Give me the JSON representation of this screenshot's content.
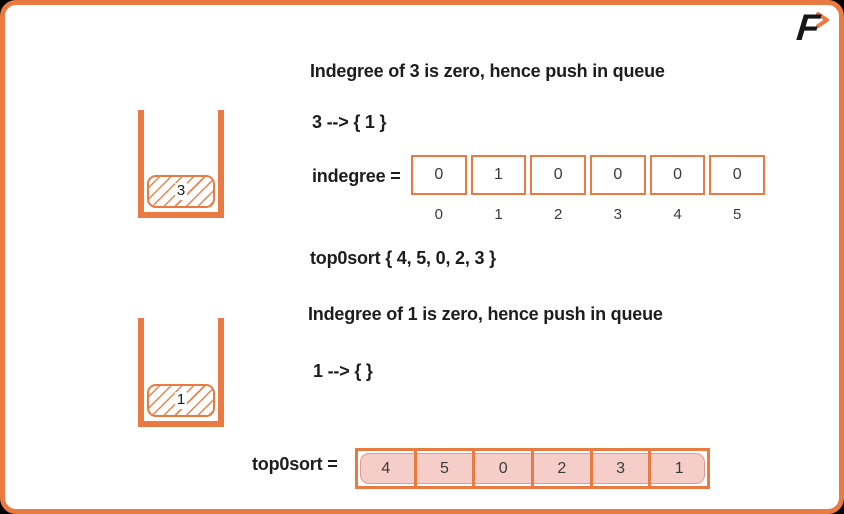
{
  "colors": {
    "accent_orange": "#E87A42",
    "pink_fill": "#F5CEC9",
    "pink_border": "#E29A90",
    "heading_text": "#1D1D1D",
    "digit_text": "#3A3A3A"
  },
  "logo": {
    "letter": "F"
  },
  "step1": {
    "heading": "Indegree of 3 is zero, hence push in queue",
    "adjacency": "3 --> { 1 }",
    "queue_item": "3",
    "indegree_label": "indegree =",
    "indegree_values": [
      "0",
      "1",
      "0",
      "0",
      "0",
      "0"
    ],
    "indegree_indices": [
      "0",
      "1",
      "2",
      "3",
      "4",
      "5"
    ],
    "toposort_line": "top0sort { 4, 5, 0, 2, 3 }"
  },
  "step2": {
    "heading": "Indegree of 1 is zero, hence push in queue",
    "adjacency": "1 --> {  }",
    "queue_item": "1",
    "toposort_label": "top0sort =",
    "toposort_values": [
      "4",
      "5",
      "0",
      "2",
      "3",
      "1"
    ]
  }
}
